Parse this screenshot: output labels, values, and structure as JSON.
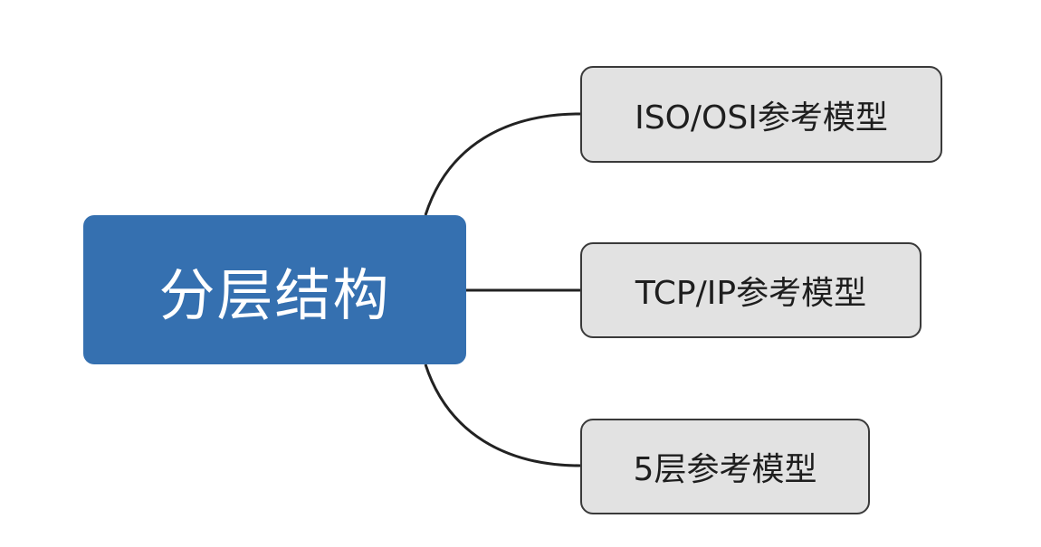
{
  "diagram": {
    "type": "mind-map",
    "root": {
      "label": "分层结构",
      "color": "#3570b0"
    },
    "children": [
      {
        "label": "ISO/OSI参考模型"
      },
      {
        "label": "TCP/IP参考模型"
      },
      {
        "label": "5层参考模型"
      }
    ],
    "colors": {
      "root_fill": "#3570b0",
      "child_fill": "#e2e2e2",
      "child_border": "#3a3a3a",
      "connector": "#222222"
    }
  }
}
